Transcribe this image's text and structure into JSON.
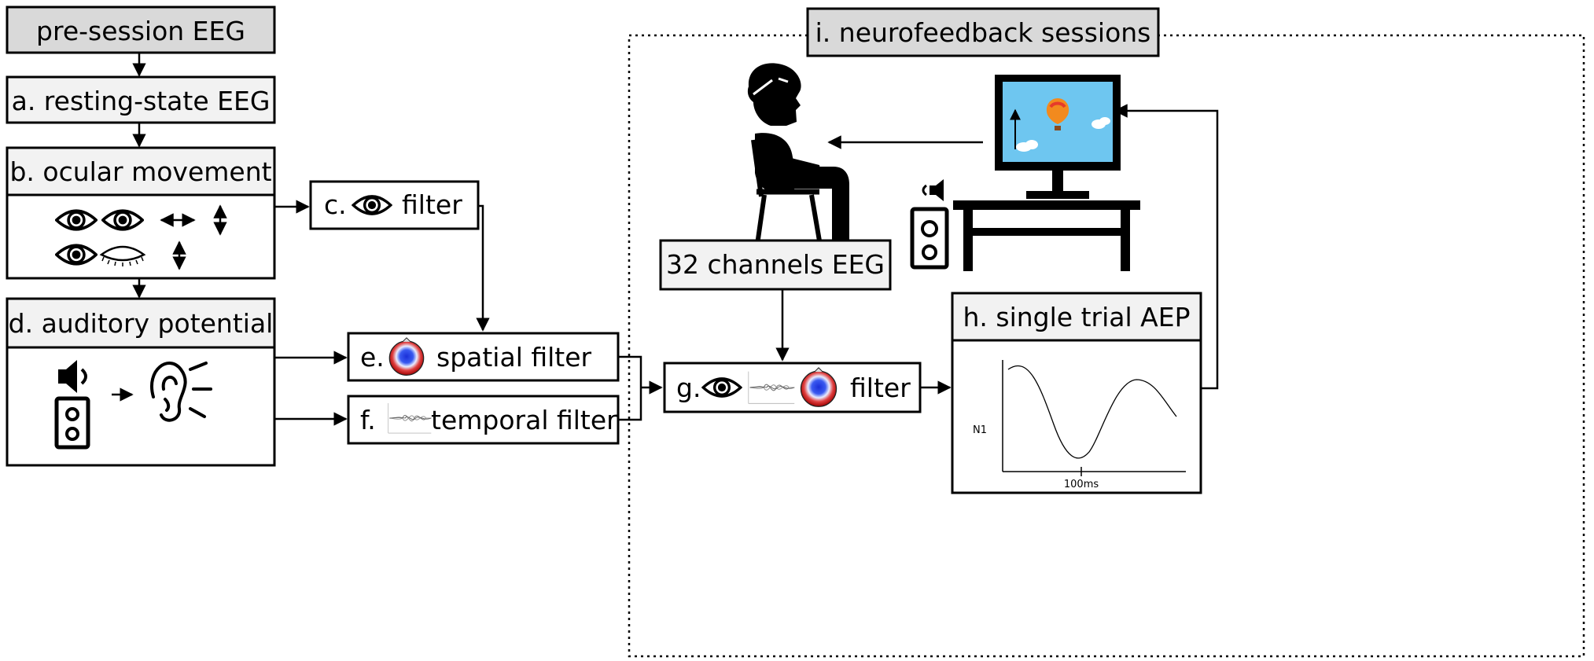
{
  "boxes": {
    "pre_session": "pre-session EEG",
    "resting_state": "a. resting-state EEG",
    "ocular": "b. ocular movement",
    "filter_c_prefix": "c.",
    "filter_c_suffix": "filter",
    "auditory": "d. auditory potential",
    "spatial_prefix": "e.",
    "spatial_suffix": "spatial filter",
    "temporal_prefix": "f.",
    "temporal_suffix": "temporal filter",
    "combined_prefix": "g.",
    "combined_suffix": "filter",
    "channels": "32 channels EEG",
    "single_trial": "h. single trial AEP",
    "neurofeedback": "i. neurofeedback sessions"
  },
  "aep_plot": {
    "ylabel": "N1",
    "xtick": "100ms"
  },
  "icons": [
    "eye-icon",
    "eye-closed-icon",
    "horizontal-arrow-icon",
    "vertical-arrow-icon",
    "speaker-icon",
    "ear-icon",
    "topomap-icon",
    "waveform-icon",
    "person-icon",
    "monitor-icon",
    "balloon-icon",
    "desk-icon"
  ]
}
